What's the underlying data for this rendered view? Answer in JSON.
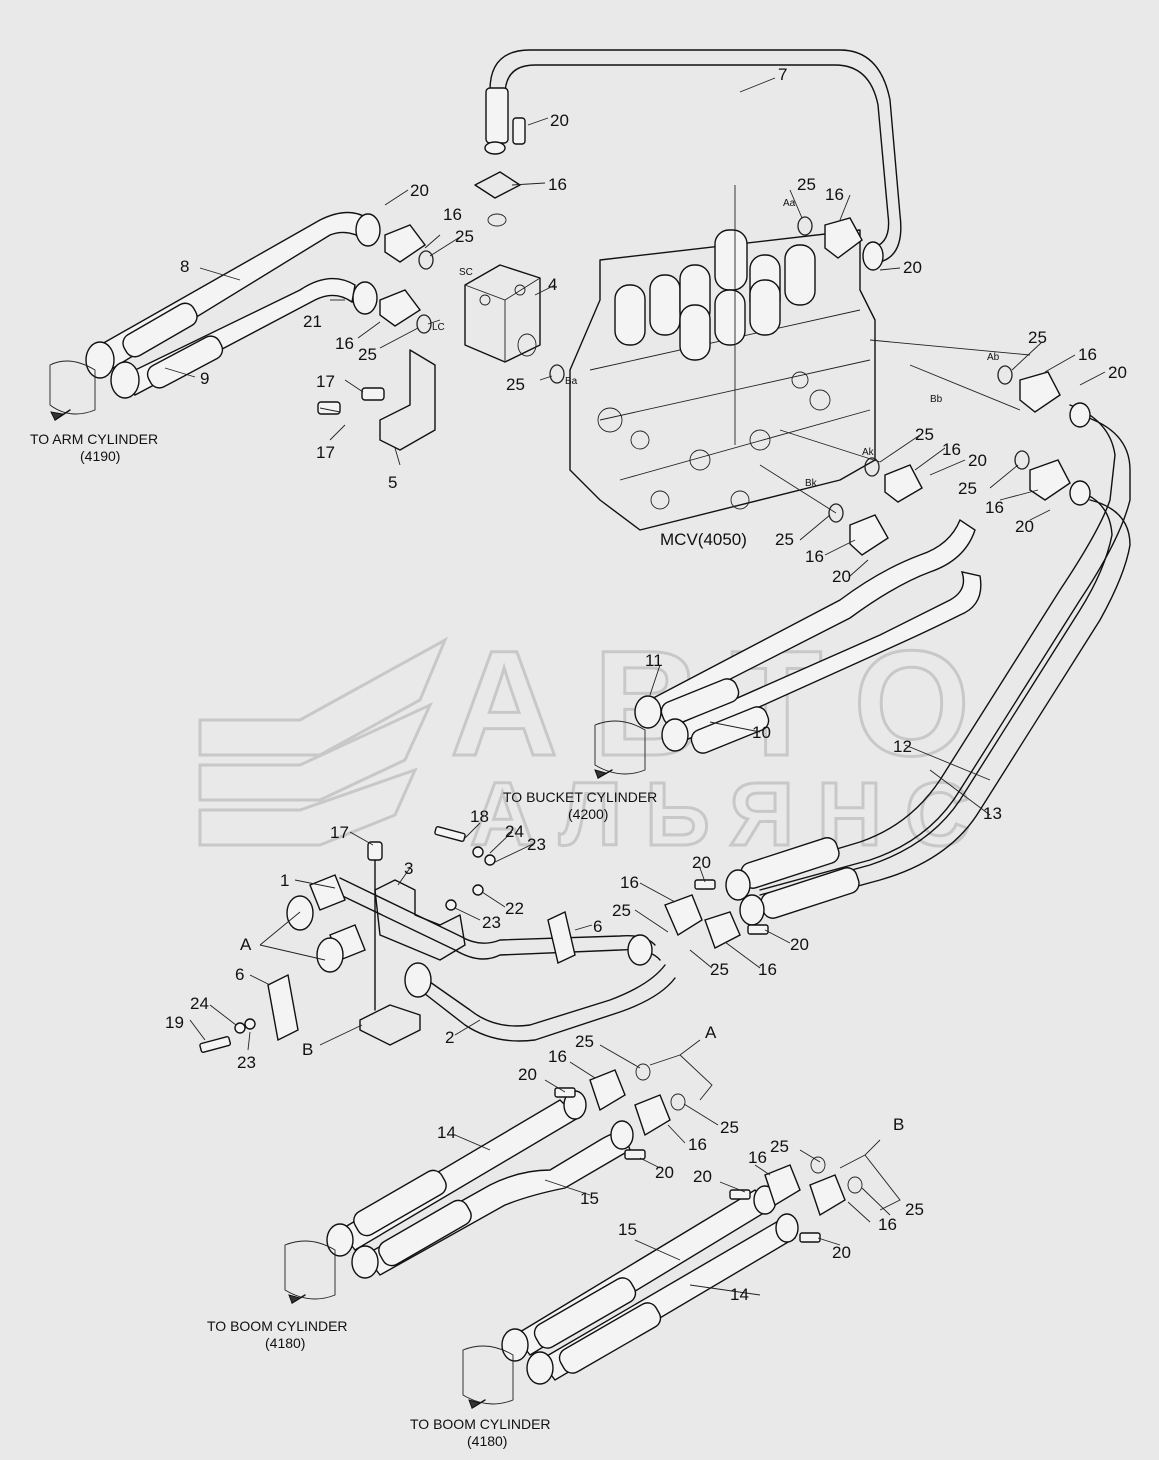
{
  "watermark": {
    "line1": "АВТО",
    "line2": "АЛЬЯНС"
  },
  "destinations": {
    "arm": {
      "line1": "TO ARM CYLINDER",
      "line2": "(4190)"
    },
    "bucket": {
      "line1": "TO BUCKET CYLINDER",
      "line2": "(4200)"
    },
    "boom1": {
      "line1": "TO BOOM CYLINDER",
      "line2": "(4180)"
    },
    "boom2": {
      "line1": "TO BOOM CYLINDER",
      "line2": "(4180)"
    }
  },
  "mcv_label": "MCV(4050)",
  "ports": {
    "aa": "Aa",
    "ab": "Ab",
    "bb": "Bb",
    "ak": "Ak",
    "bk": "Bk",
    "sc": "SC",
    "lc": "LC",
    "ba": "Ba"
  },
  "part_labels": {
    "p7": "7",
    "p20a": "20",
    "p16a": "16",
    "p20b": "20",
    "p16b": "16",
    "p25a": "25",
    "p8": "8",
    "p4": "4",
    "p25b": "25",
    "p16c": "16",
    "p20c": "20",
    "p21": "21",
    "p16d": "16",
    "p25c": "25",
    "p9": "9",
    "p25d": "25",
    "p17a": "17",
    "p17b": "17",
    "p5": "5",
    "p25e": "25",
    "p16e": "16",
    "p20d": "20",
    "p25f": "25",
    "p16f": "16",
    "p20e": "20",
    "p25g": "25",
    "p16g": "16",
    "p20f": "20",
    "p25h": "25",
    "p16h": "16",
    "p20g": "20",
    "p11": "11",
    "p10": "10",
    "p12": "12",
    "p13": "13",
    "p17c": "17",
    "p18": "18",
    "p24a": "24",
    "p23a": "23",
    "p3": "3",
    "p1": "1",
    "p22": "22",
    "p23b": "23",
    "pA1": "A",
    "p6a": "6",
    "p16i": "16",
    "p20h": "20",
    "p25i": "25",
    "p6b": "6",
    "p20i": "20",
    "p25j": "25",
    "p16j": "16",
    "p24b": "24",
    "p19": "19",
    "p23c": "23",
    "pB1": "B",
    "p2": "2",
    "p25k": "25",
    "pA2": "A",
    "p16k": "16",
    "p20j": "20",
    "p25l": "25",
    "p14a": "14",
    "p16l": "16",
    "p20k": "20",
    "p15a": "15",
    "p25m": "25",
    "pB2": "B",
    "p16m": "16",
    "p20l": "20",
    "p25n": "25",
    "p16n": "16",
    "p20m": "20",
    "p15b": "15",
    "p14b": "14"
  }
}
